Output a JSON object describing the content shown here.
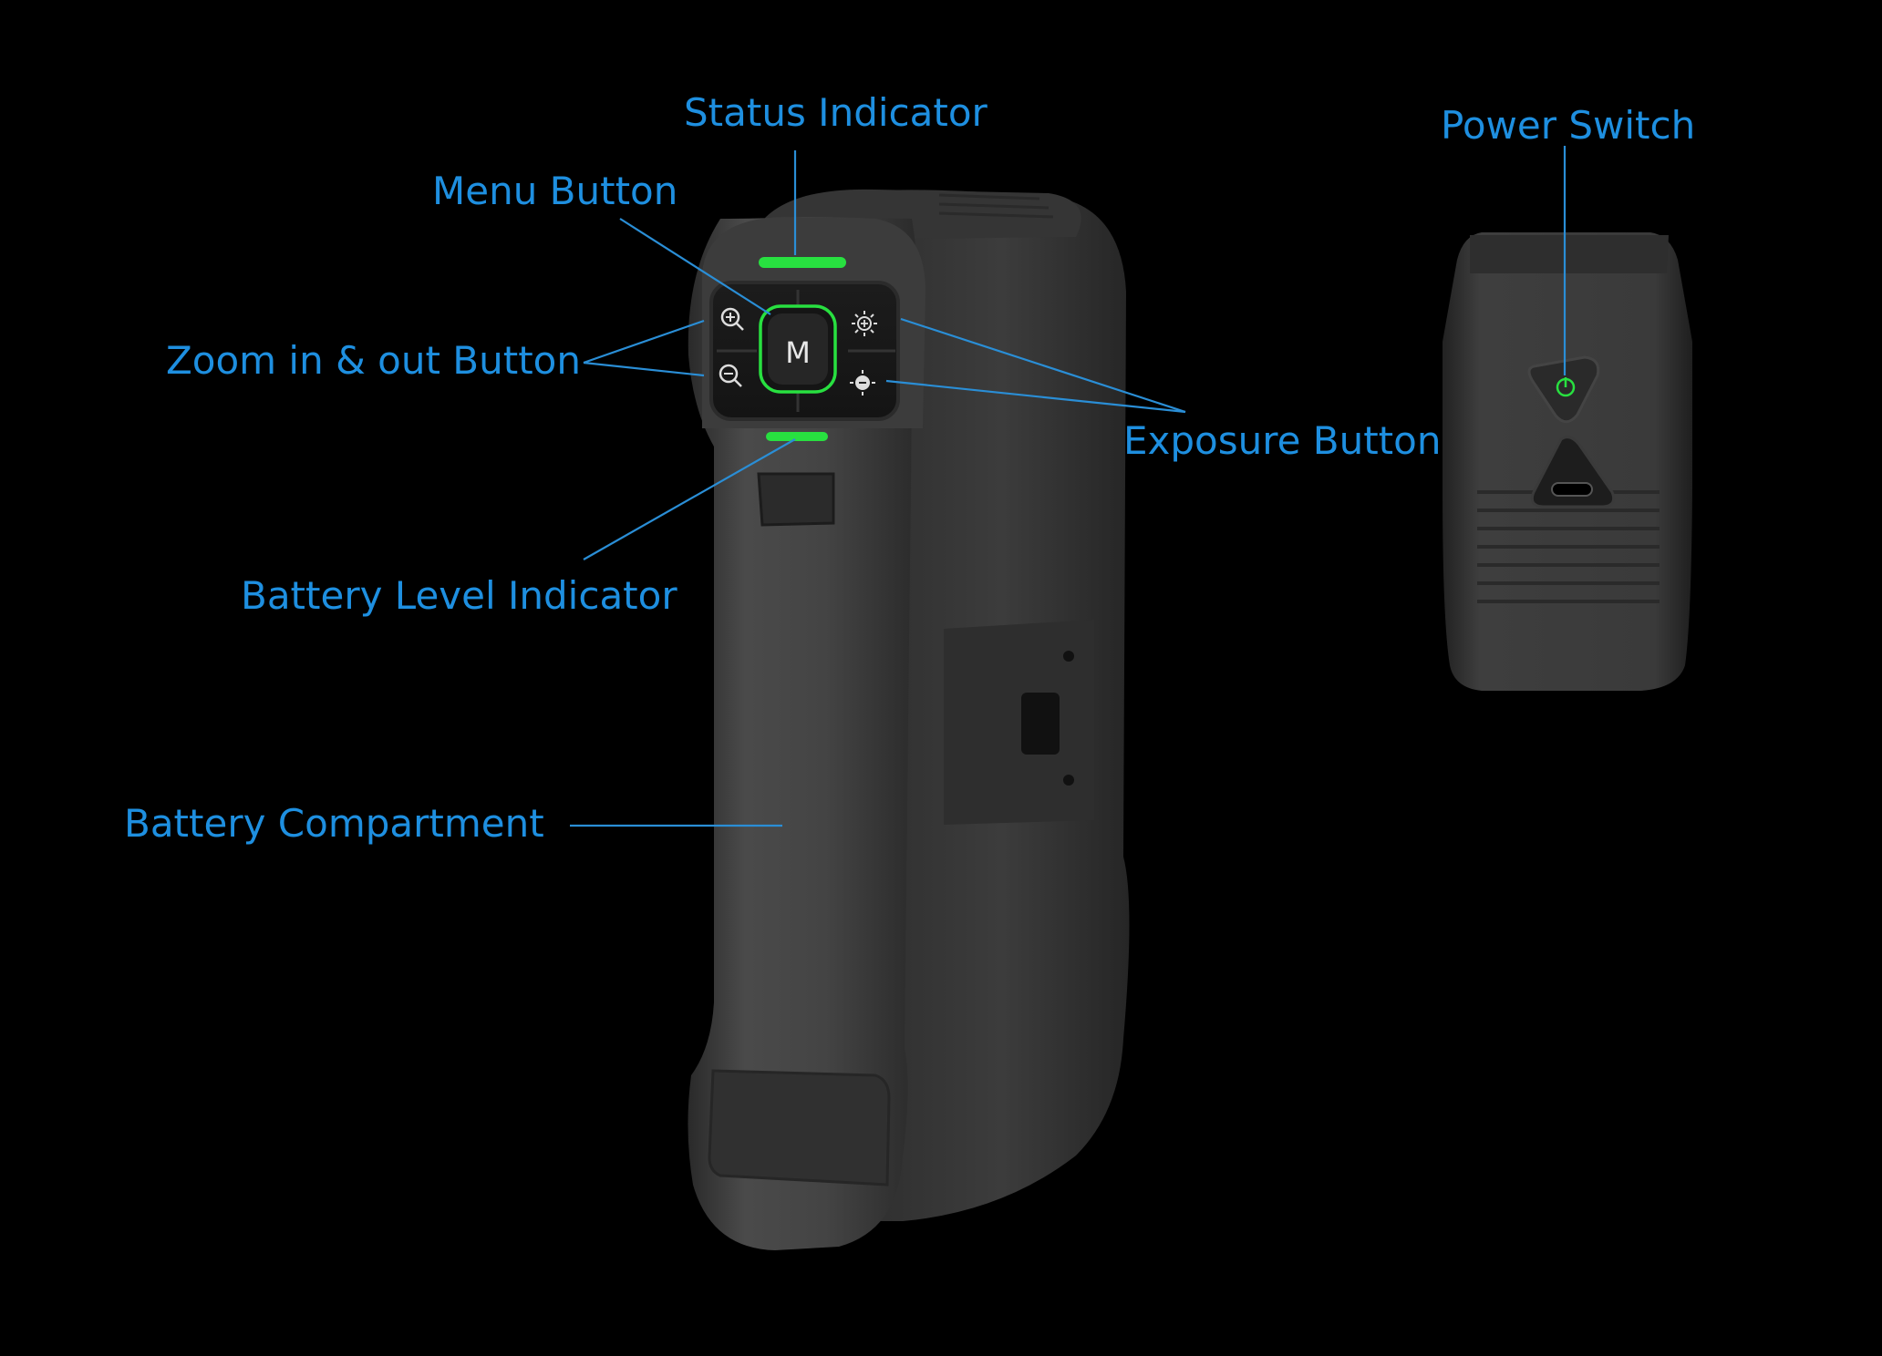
{
  "labels": {
    "status_indicator": "Status Indicator",
    "power_switch": "Power Switch",
    "menu_button": "Menu Button",
    "zoom_button": "Zoom in & out Button",
    "exposure_button": "Exposure Button",
    "battery_level_indicator": "Battery Level Indicator",
    "battery_compartment": "Battery Compartment"
  },
  "device": {
    "menu_key": "M"
  },
  "colors": {
    "background": "#000000",
    "label": "#1e8fe0",
    "indicator_green": "#28e040",
    "body": "#3a3a3a"
  }
}
